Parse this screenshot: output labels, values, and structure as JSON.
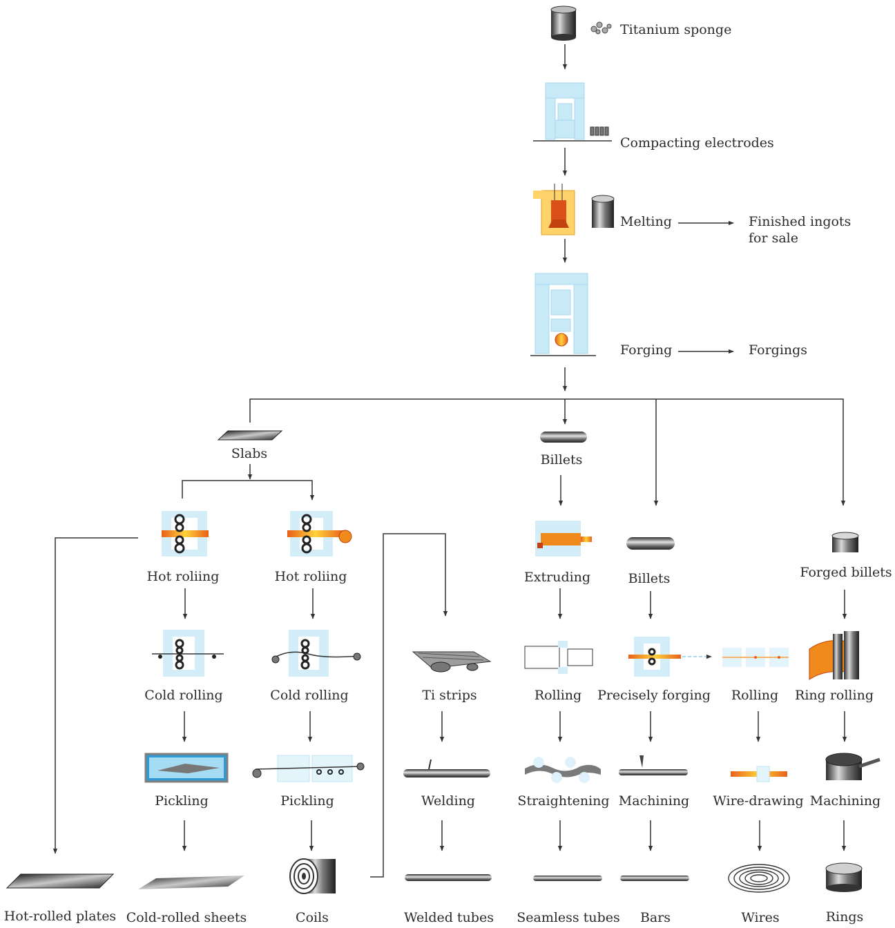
{
  "process": {
    "sponge": "Titanium sponge",
    "compacting": "Compacting electrodes",
    "melting": "Melting",
    "finished_ingots_line1": "Finished ingots",
    "finished_ingots_line2": "for sale",
    "forging": "Forging",
    "forgings": "Forgings"
  },
  "branches": {
    "slabs": "Slabs",
    "billets_main": "Billets",
    "billets_side": "Billets",
    "forged_billets": "Forged billets"
  },
  "slab_route": {
    "hot_rolling_a": "Hot roliing",
    "hot_rolling_b": "Hot roliing",
    "cold_rolling_a": "Cold rolling",
    "cold_rolling_b": "Cold rolling",
    "pickling_a": "Pickling",
    "pickling_b": "Pickling",
    "ti_strips": "Ti strips",
    "welding": "Welding"
  },
  "billet_route": {
    "extruding": "Extruding",
    "rolling_a": "Rolling",
    "straightening": "Straightening",
    "precisely_forging": "Precisely forging",
    "machining_a": "Machining",
    "rolling_b": "Rolling",
    "wire_drawing": "Wire-drawing",
    "ring_rolling": "Ring rolling",
    "machining_b": "Machining"
  },
  "products": {
    "hot_rolled_plates": "Hot-rolled plates",
    "cold_rolled_sheets": "Cold-rolled sheets",
    "coils": "Coils",
    "welded_tubes": "Welded tubes",
    "seamless_tubes": "Seamless tubes",
    "bars": "Bars",
    "wires": "Wires",
    "rings": "Rings"
  },
  "colors": {
    "line": "#333333",
    "equipment": "#bfe6f5",
    "hot_metal": "#f29a1a",
    "steel": "#6f6f6f"
  },
  "icons": [
    "sponge-drum-icon",
    "press-icon",
    "furnace-icon",
    "ingot-icon",
    "forge-press-icon",
    "slab-icon",
    "billet-icon",
    "rolling-mill-icon",
    "coil-icon",
    "tube-icon",
    "ring-icon",
    "spiral-wire-icon"
  ]
}
